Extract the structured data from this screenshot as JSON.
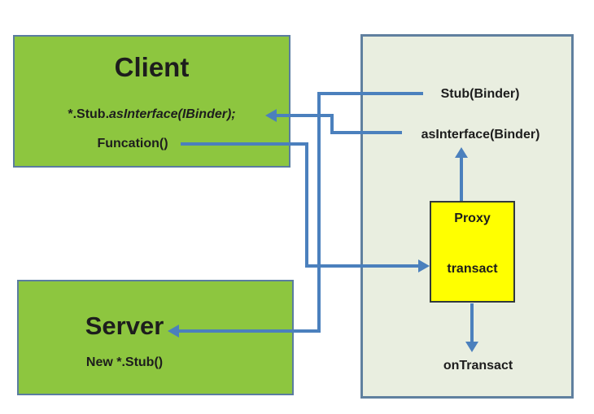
{
  "colors": {
    "box_green": "#8dc63f",
    "box_border": "#5a7ca0",
    "panel_fill": "#e9eee0",
    "panel_border": "#60809f",
    "proxy_fill": "#ffff00",
    "proxy_border": "#31393d",
    "connector_blue": "#4b80bd",
    "text": "#1d1d1d"
  },
  "client_box": {
    "title": "Client",
    "code_normal": "*.Stub.",
    "code_italic": "asInterface(IBinder);",
    "method": "Funcation()"
  },
  "server_box": {
    "title": "Server",
    "code": "New *.Stub()"
  },
  "binder_panel": {
    "stub_label": "Stub(Binder)",
    "asinterface_label": "asInterface(Binder)",
    "proxy_box": {
      "title": "Proxy",
      "method": "transact"
    },
    "ontransact_label": "onTransact"
  }
}
